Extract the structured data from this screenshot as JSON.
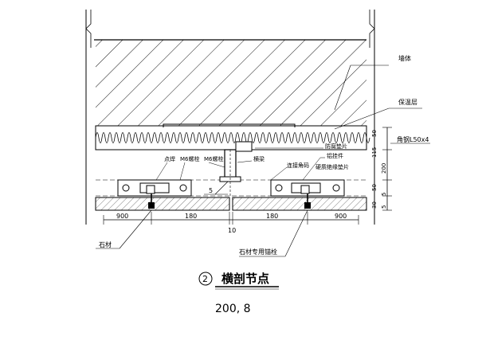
{
  "labels": {
    "wall": "墙体",
    "insulation": "保温层",
    "angle_steel": "角钢L50x4",
    "waterproof": "防腐垫片",
    "aluminum_pendant": "铝挂件",
    "connector": "连接角码",
    "hard_pad": "硬质绝缘垫片",
    "spot_weld": "点焊",
    "m6_bolt_1": "M6螺栓",
    "m6_bolt_2": "M6螺栓",
    "crossbeam": "横梁",
    "stone": "石材",
    "stone_anchor": "石材专用锚栓"
  },
  "dims": {
    "d_900_left": "900",
    "d_180_left": "180",
    "d_10": "10",
    "d_180_right": "180",
    "d_900_right": "900",
    "d_5": "5",
    "d_50_top": "50",
    "d_115": "115",
    "d_200": "200",
    "d_50_mid": "50",
    "d_5_mid": "5",
    "d_30": "30",
    "d_5_low": "5"
  },
  "title": {
    "number": "2",
    "text": "横剖节点",
    "scale": "200, 8"
  }
}
